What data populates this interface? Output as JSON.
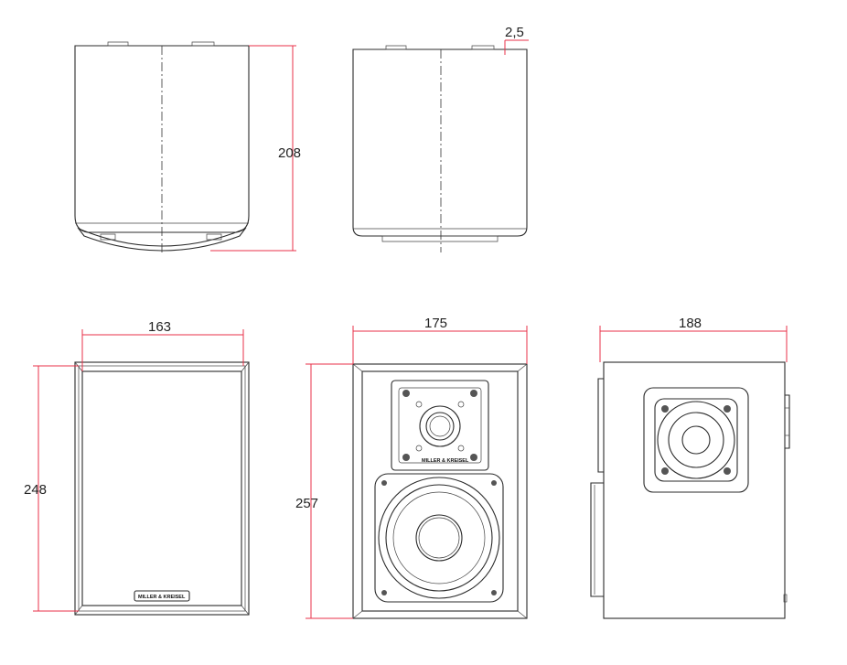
{
  "dimensions": {
    "top_view_depth": "208",
    "side_top_offset": "2,5",
    "grille_width": "163",
    "grille_height": "248",
    "front_width": "175",
    "front_height": "257",
    "side_depth": "188"
  },
  "logos": {
    "grille_badge": "MILLER & KREISEL",
    "tweeter_plate": "MILLER & KREISEL"
  },
  "colors": {
    "outline": "#2b2b2b",
    "dimension_line": "#e8324a",
    "text": "#222222"
  }
}
